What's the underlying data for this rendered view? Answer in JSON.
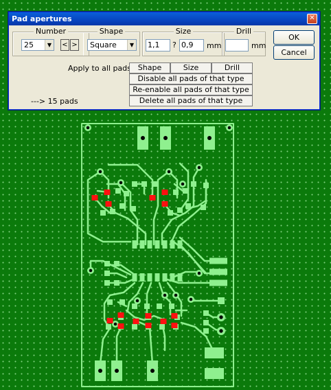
{
  "dialog": {
    "title": "Pad apertures",
    "close_glyph": "✕",
    "number": {
      "label": "Number",
      "value": "25",
      "prev_glyph": "<",
      "next_glyph": ">"
    },
    "shape": {
      "label": "Shape",
      "value": "Square"
    },
    "size": {
      "label": "Size",
      "width": "1,1",
      "separator": "?",
      "height": "0,9",
      "unit": "mm"
    },
    "drill": {
      "label": "Drill",
      "value": "",
      "unit": "mm"
    },
    "ok_label": "OK",
    "cancel_label": "Cancel",
    "apply_label": "Apply to all pads :",
    "apply_shape": "Shape",
    "apply_size": "Size",
    "apply_drill": "Drill",
    "disable_all": "Disable all pads of that type",
    "reenable_all": "Re-enable all pads of that type",
    "delete_all": "Delete all pads of that type",
    "pad_count": "---> 15 pads"
  },
  "colors": {
    "background": "#0b7a0b",
    "copper": "#8ff08f",
    "selected_pad": "#ff1010",
    "hole": "#000000"
  }
}
